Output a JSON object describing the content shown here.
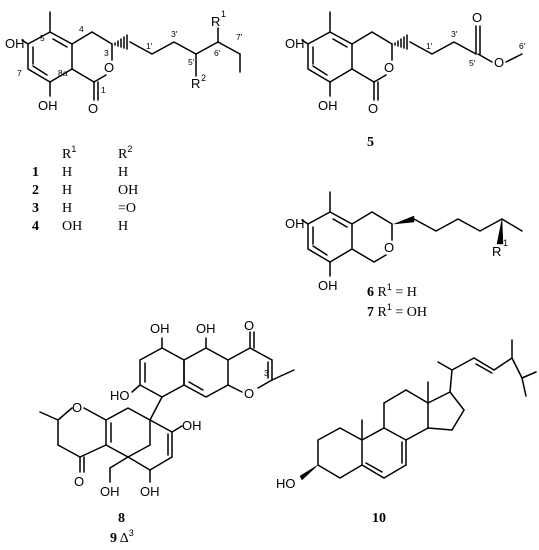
{
  "atoms": {
    "oh": "OH",
    "o": "O",
    "r": "R",
    "r1_sup": "1",
    "r2_sup": "2",
    "ho": "HO"
  },
  "locants": {
    "c1": "1",
    "c3": "3",
    "c4": "4",
    "c5": "5",
    "c7": "7",
    "c8a": "8a",
    "c1p": "1'",
    "c3p": "3'",
    "c5p": "5'",
    "c6p": "6'",
    "c7p": "7'",
    "m1p": "1'",
    "m3p": "3'",
    "m5p": "5'",
    "m6p": "6'",
    "n3": "3"
  },
  "substituent_table": {
    "header_r": "R",
    "header_r1_sup": "1",
    "header_r2_sup": "2",
    "rows": [
      {
        "id": "1",
        "r1": "H",
        "r2": "H"
      },
      {
        "id": "2",
        "r1": "H",
        "r2": "OH"
      },
      {
        "id": "3",
        "r1": "H",
        "r2": "=O"
      },
      {
        "id": "4",
        "r1": "OH",
        "r2": "H"
      }
    ]
  },
  "compounds": {
    "c5": "5",
    "c6_id": "6",
    "c6_text": " R",
    "c6_sup": "1",
    "c6_eq": " = H",
    "c7_id": "7",
    "c7_text": " R",
    "c7_sup": "1",
    "c7_eq": " = OH",
    "c8": "8",
    "c9_id": "9",
    "c9_text": " Δ",
    "c9_sup": "3",
    "c10": "10"
  }
}
